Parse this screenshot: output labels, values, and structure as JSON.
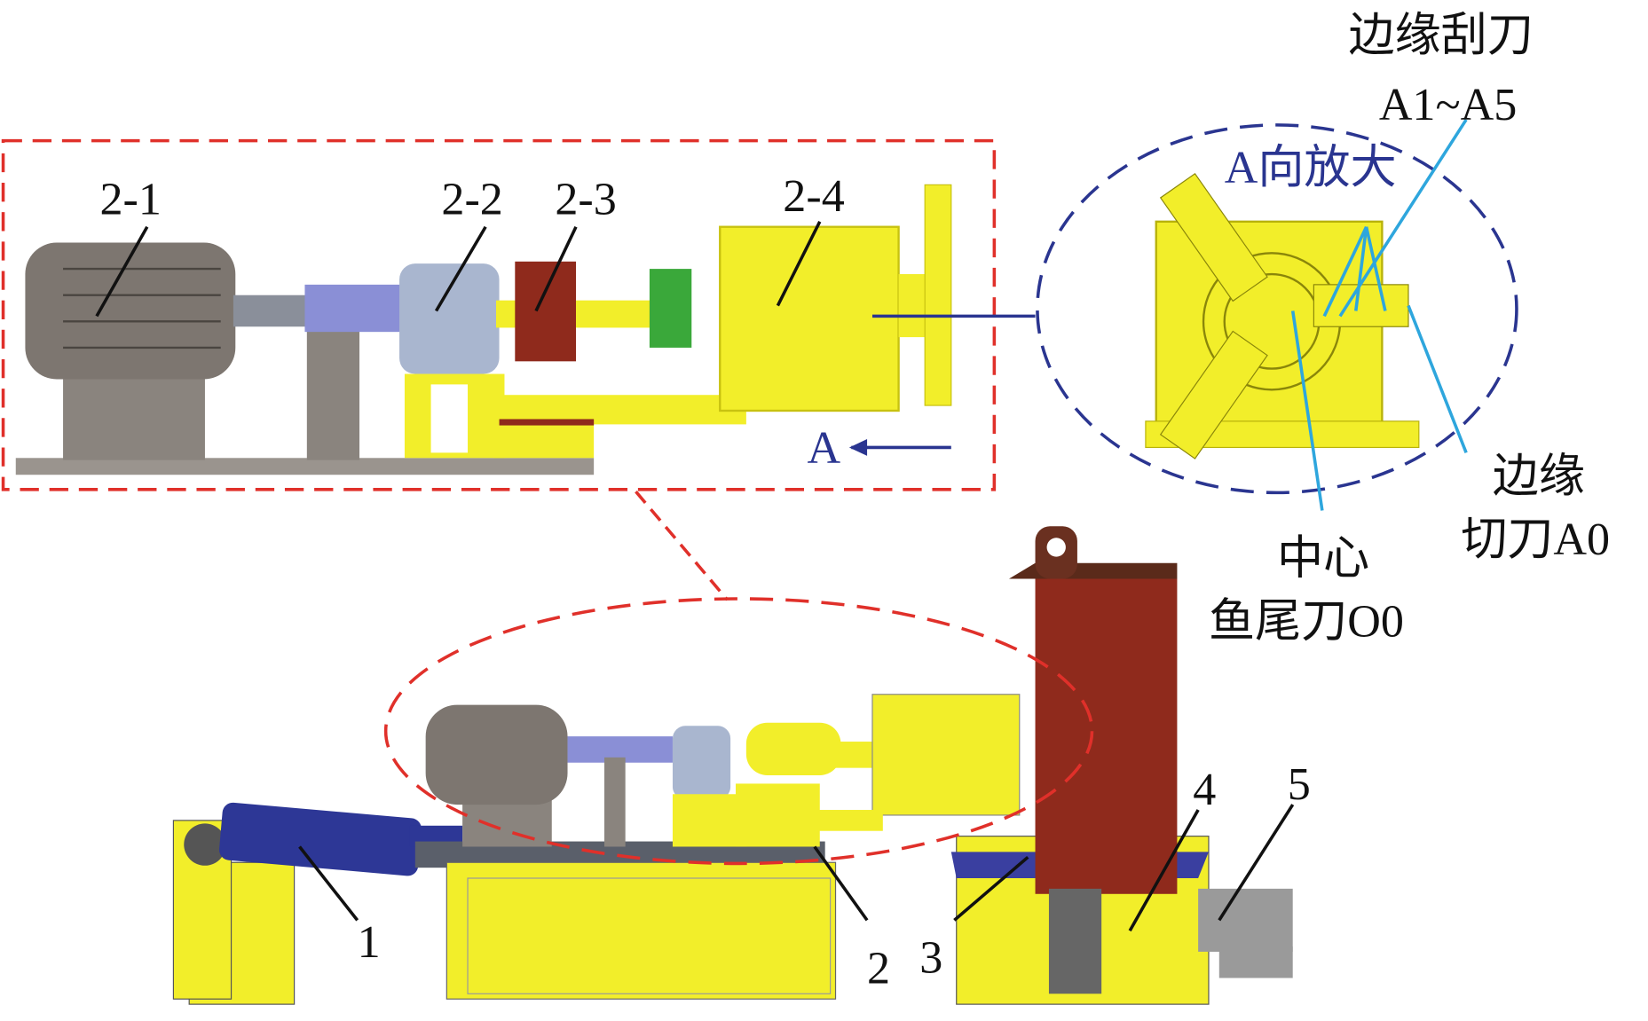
{
  "labels": {
    "motor": "2-1",
    "reducer": "2-2",
    "brake": "2-3",
    "cutter_head": "2-4",
    "view_arrow": "A",
    "view_title": "A向放大",
    "edge_scraper_line1": "边缘刮刀",
    "edge_scraper_line2": "A1~A5",
    "edge_cutter_line1": "边缘",
    "edge_cutter_line2": "切刀A0",
    "center_cutter_line1": "中心",
    "center_cutter_line2": "鱼尾刀O0",
    "part1": "1",
    "part2": "2",
    "part3": "3",
    "part4": "4",
    "part5": "5"
  },
  "colors": {
    "yellow": "#f2ee2a",
    "motor_gray": "#7d7670",
    "red_brown": "#8f2a1c",
    "blue_cyl": "#2d3796",
    "steel_blue": "#a9b6cf",
    "green": "#3aa83a",
    "red_dash": "#e0302a",
    "navy_dash": "#2a3590",
    "leader_cyan": "#2ea6dd"
  }
}
